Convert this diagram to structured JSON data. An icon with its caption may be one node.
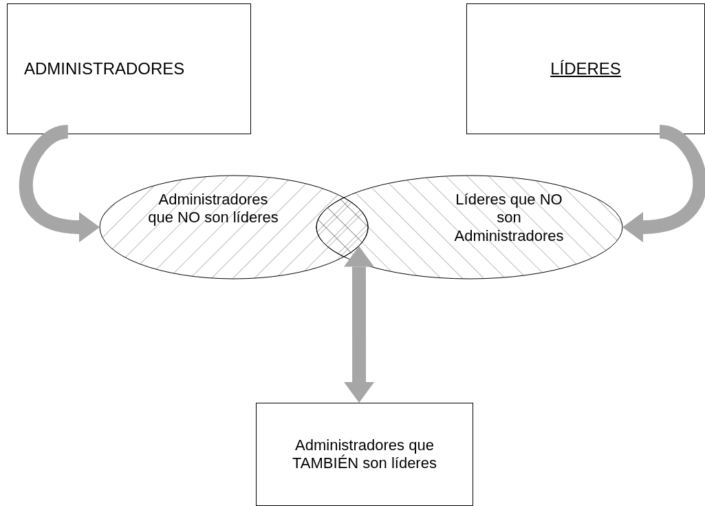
{
  "diagram": {
    "nodes": [
      {
        "text": [
          "ADMINISTRADORES"
        ]
      },
      {
        "text": [
          "LÍDERES"
        ]
      },
      {
        "text": [
          "Administradores que NO son líderes"
        ]
      },
      {
        "text": [
          "Líderes que NO son Administradores"
        ]
      },
      {
        "text": [],
        "shape": "lens"
      },
      {
        "text": [
          "Administradores que TAMBIÉN son líderes"
        ]
      }
    ],
    "edges": [
      {
        "from": 0,
        "to": 2,
        "arrow": "to"
      },
      {
        "from": 1,
        "to": 3,
        "arrow": "to"
      },
      {
        "from": 5,
        "to": 4,
        "arrow": "both"
      }
    ]
  }
}
